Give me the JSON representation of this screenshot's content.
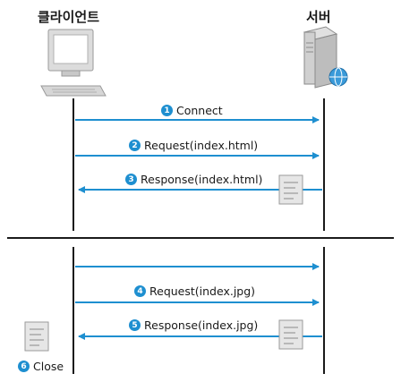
{
  "client": {
    "label": "클라이언트",
    "icon": "desktop-computer-icon"
  },
  "server": {
    "label": "서버",
    "icon": "server-tower-globe-icon"
  },
  "messages": [
    {
      "num": "1",
      "text": "Connect",
      "direction": "client-to-server"
    },
    {
      "num": "2",
      "text": "Request(index.html)",
      "direction": "client-to-server"
    },
    {
      "num": "3",
      "text": "Response(index.html)",
      "direction": "server-to-client"
    },
    {
      "num": "",
      "text": "",
      "direction": "client-to-server"
    },
    {
      "num": "4",
      "text": "Request(index.jpg)",
      "direction": "client-to-server"
    },
    {
      "num": "5",
      "text": "Response(index.jpg)",
      "direction": "server-to-client"
    }
  ],
  "close": {
    "num": "6",
    "text": "Close"
  },
  "colors": {
    "arrow": "#1e8fd0",
    "lifeline": "#1a1a1a",
    "badge": "#1e8fd0"
  }
}
